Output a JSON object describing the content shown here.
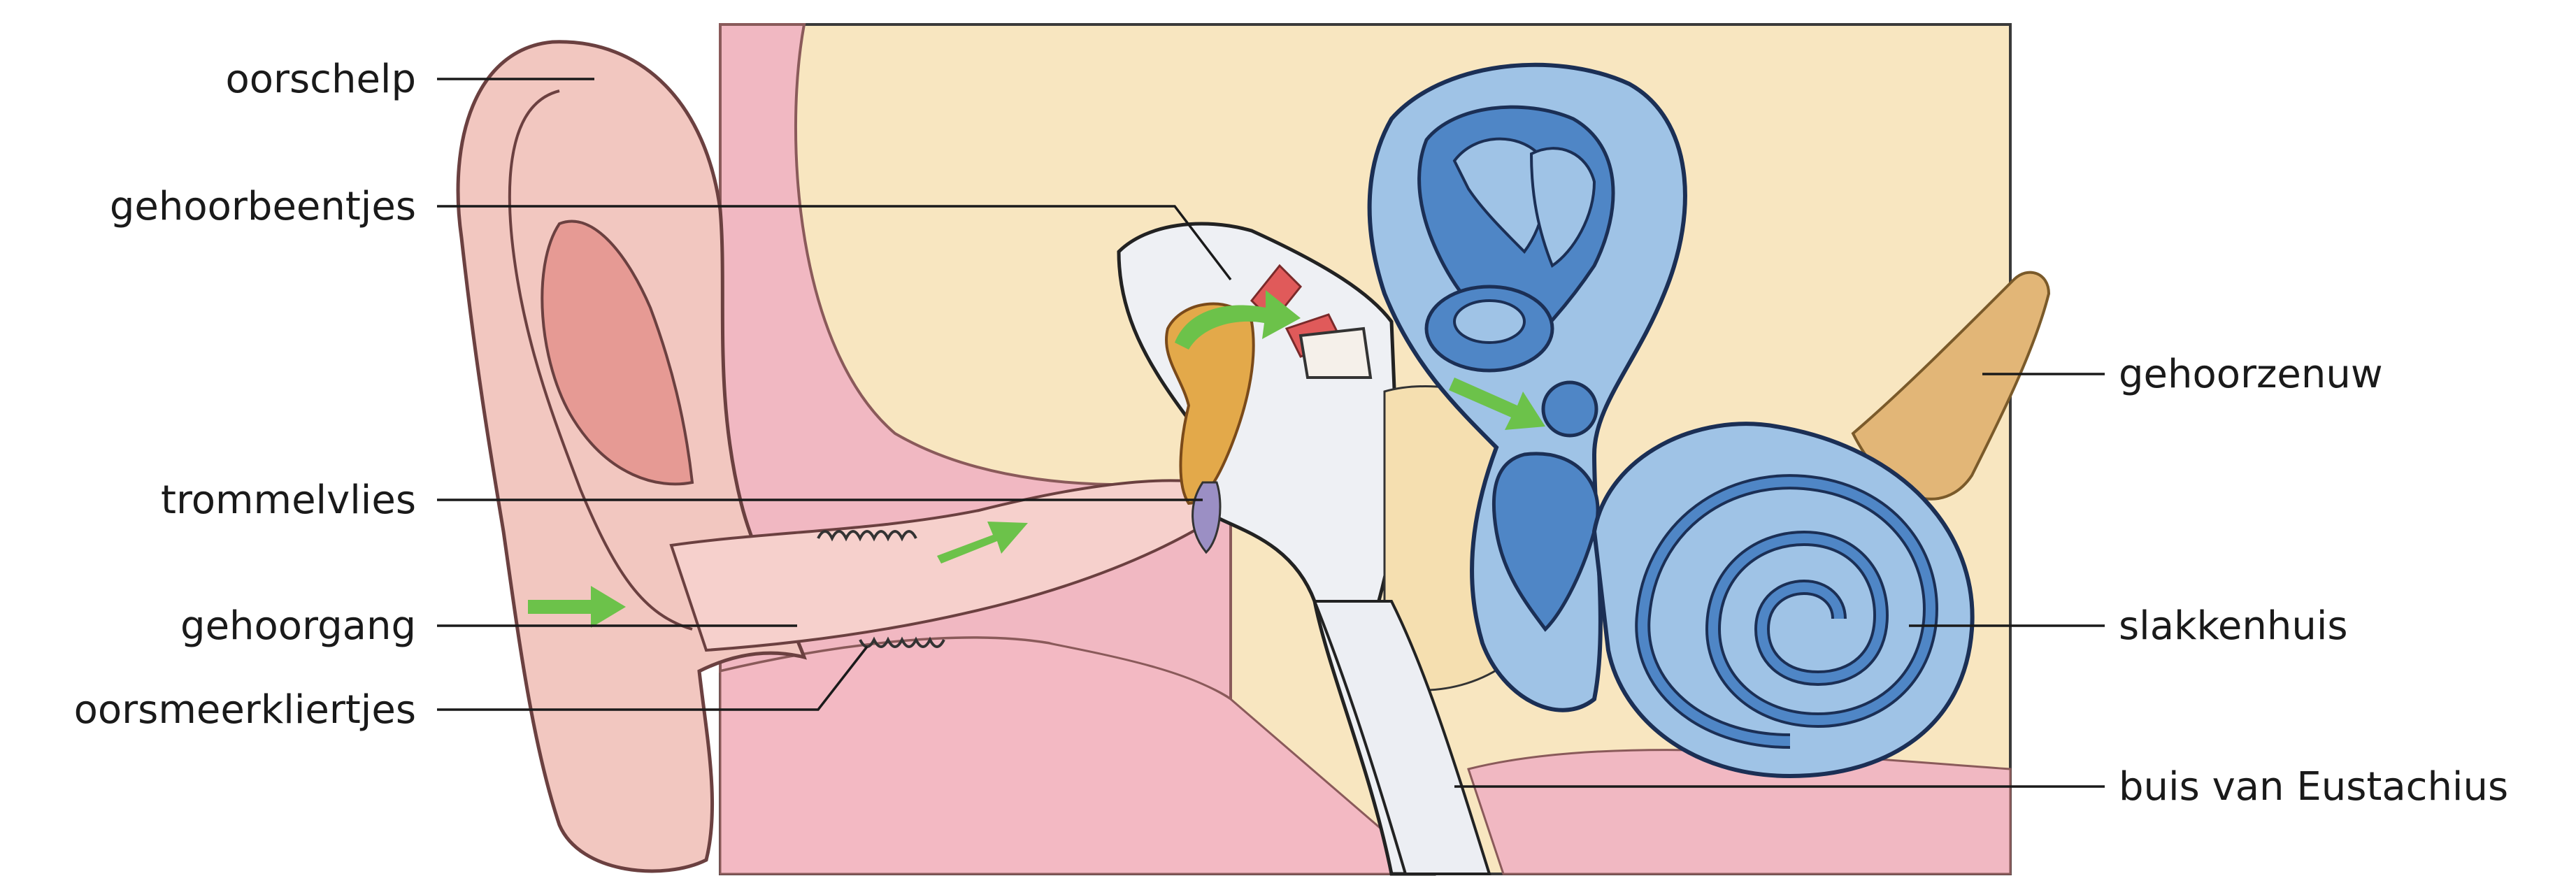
{
  "labels": {
    "oorschelp": "oorschelp",
    "gehoorbeentjes": "gehoorbeentjes",
    "trommelvlies": "trommelvlies",
    "gehoorgang": "gehoorgang",
    "oorsmeerkliertjes": "oorsmeerkliertjes",
    "gehoorzenuw": "gehoorzenuw",
    "slakkenhuis": "slakkenhuis",
    "buis_van_eustachius": "buis van Eustachius"
  },
  "colors": {
    "background_panel": "#f8e6c0",
    "skin": "#f2c7c0",
    "skin_dark": "#e69a94",
    "tissue_pink": "#f1b8c2",
    "bone_white": "#eef0f4",
    "labyrinth_outer": "#9fc3e6",
    "labyrinth_inner": "#4f86c6",
    "labyrinth_stroke": "#1b2f55",
    "nerve": "#e2b677",
    "ossicle": "#e3a94a",
    "arrow_green": "#6cc24a",
    "eardrum": "#9b8fc4"
  }
}
